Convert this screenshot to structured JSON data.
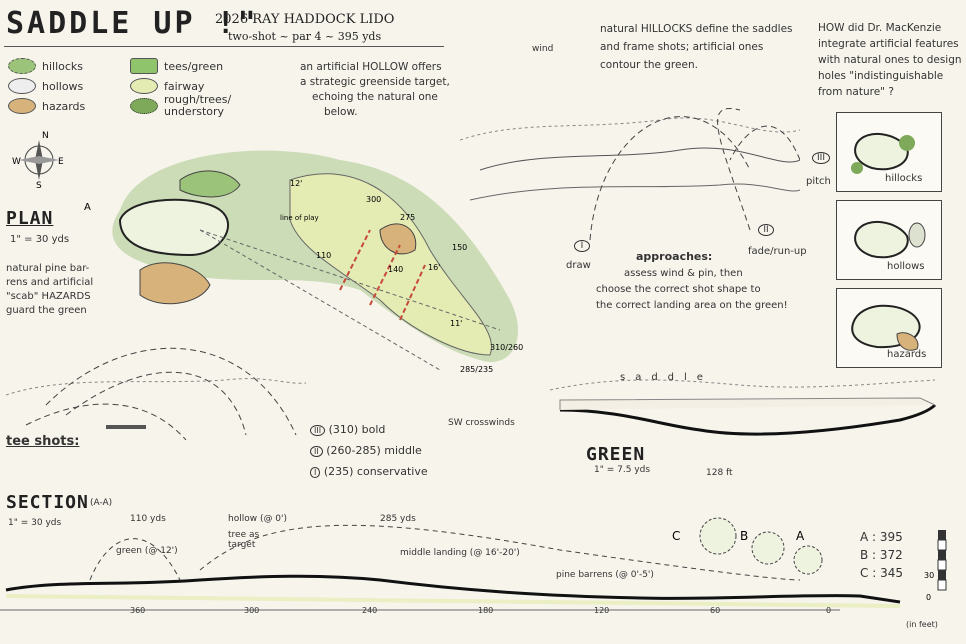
{
  "header": {
    "title": "SADDLE UP !\"",
    "subtitle1": "2026 RAY HADDOCK LIDO",
    "subtitle2": "two-shot ~ par 4 ~ 395 yds"
  },
  "legend": {
    "left": [
      "hillocks",
      "hollows",
      "hazards"
    ],
    "right": [
      "tees/green",
      "fairway",
      "rough/trees/ understory"
    ]
  },
  "compass": {
    "n": "N",
    "s": "S",
    "e": "E",
    "w": "W"
  },
  "plan": {
    "label": "PLAN",
    "scale": "1\" = 30 yds",
    "note_lines": [
      "natural pine bar-",
      "rens and artificial",
      "\"scab\" HAZARDS",
      "guard the green"
    ],
    "hollow_note_lines": [
      "an artificial HOLLOW offers",
      "a strategic greenside target,",
      "echoing the natural one",
      "below."
    ],
    "marker_a": "A",
    "distances": [
      "310/260",
      "285/235",
      "110",
      "140",
      "150",
      "300",
      "275",
      "12'",
      "16'",
      "11'"
    ],
    "line_of_play": "line of play"
  },
  "top_right_note": {
    "wind": "wind",
    "lines": [
      "natural HILLOCKS define the saddles",
      "and frame shots; artificial ones",
      "contour the green."
    ]
  },
  "question": {
    "lines": [
      "HOW did Dr. MacKenzie",
      "integrate artificial features",
      "with natural ones to design",
      "holes \"indistinguishable",
      "from nature\" ?"
    ]
  },
  "thumbs": [
    "hillocks",
    "hollows",
    "hazards"
  ],
  "approaches": {
    "title": "approaches:",
    "lines": [
      "assess wind & pin, then",
      "choose the correct shot shape to",
      "the correct landing area on the green!"
    ],
    "shots": [
      "draw",
      "fade/run-up",
      "pitch"
    ],
    "roman": [
      "I",
      "II",
      "III"
    ]
  },
  "tee_shots": {
    "label": "tee shots:",
    "items": [
      {
        "roman": "III",
        "text": "(310) bold"
      },
      {
        "roman": "II",
        "text": "(260-285) middle"
      },
      {
        "roman": "I",
        "text": "(235) conservative"
      }
    ],
    "crosswinds": "SW crosswinds"
  },
  "green": {
    "label": "GREEN",
    "scale": "1\" = 7.5 yds",
    "width": "128 ft",
    "saddle": "saddle"
  },
  "section": {
    "label": "SECTION",
    "sub": "(A-A)",
    "scale": "1\" = 30 yds",
    "labels": [
      "110 yds",
      "hollow (@ 0')",
      "tree as target",
      "285 yds",
      "green (@ 12')",
      "middle landing (@ 16'-20')",
      "pine barrens (@ 0'-5')"
    ],
    "tees": [
      "C",
      "B",
      "A"
    ],
    "axis_ticks": [
      "360",
      "300",
      "240",
      "180",
      "120",
      "60",
      "0"
    ],
    "axis_unit": "(in feet)",
    "y_ticks": [
      "30",
      "0"
    ]
  },
  "yardages": [
    {
      "tee": "A",
      "value": "395"
    },
    {
      "tee": "B",
      "value": "372"
    },
    {
      "tee": "C",
      "value": "345"
    }
  ],
  "colors": {
    "fairway": "#e4ecb4",
    "rough": "#7fa95a",
    "hazard": "#d7b27a",
    "ink": "#1e1e1e",
    "red": "#c64a3a"
  }
}
